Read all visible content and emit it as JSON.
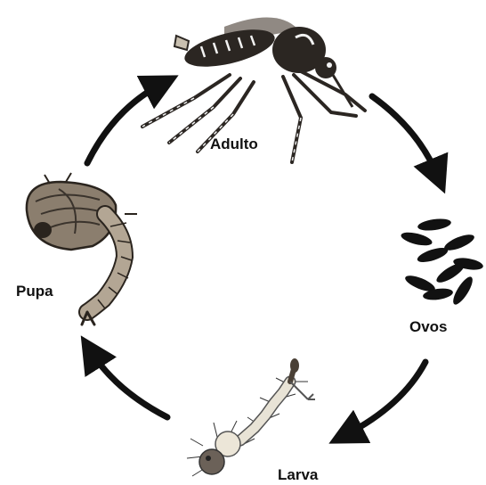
{
  "diagram": {
    "stages": [
      {
        "id": "adult",
        "label": "Adulto"
      },
      {
        "id": "eggs",
        "label": "Ovos"
      },
      {
        "id": "larva",
        "label": "Larva"
      },
      {
        "id": "pupa",
        "label": "Pupa"
      }
    ],
    "cycle_order": [
      "adult",
      "eggs",
      "larva",
      "pupa"
    ],
    "colors": {
      "arrow": "#111111",
      "insect_dark": "#2b2622",
      "insect_white": "#f2f2f2",
      "larva_body": "#e8e3d6",
      "pupa_body": "#8b7e6e",
      "background": "#ffffff"
    }
  }
}
